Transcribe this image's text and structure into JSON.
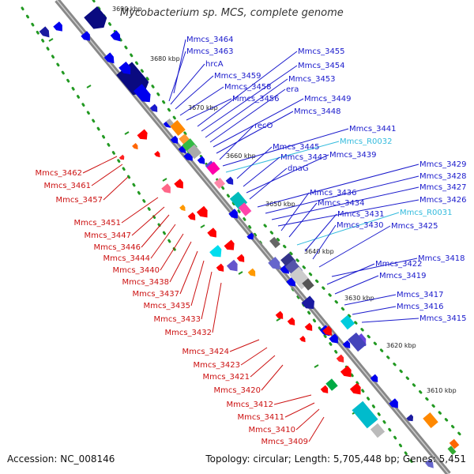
{
  "title": "Mycobacterium sp. MCS, complete genome",
  "footer": {
    "accession": "Accession: NC_008146",
    "topology": "Topology: circular; Length: 5,705,448 bp; Genes: 5,451"
  },
  "colors": {
    "forward_label": "#1a1acc",
    "reverse_label": "#cc1111",
    "rna_label": "#33bbdd",
    "backbone": "#888888",
    "tick": "#229922"
  },
  "scale_labels": [
    "3690 kbp",
    "3680 kbp",
    "3670 kbp",
    "3660 kbp",
    "3650 kbp",
    "3640 kbp",
    "3630 kbp",
    "3620 kbp",
    "3610 kbp"
  ],
  "forward_genes": [
    "Mmcs_3464",
    "Mmcs_3463",
    "hrcA",
    "Mmcs_3459",
    "Mmcs_3458",
    "Mmcs_3456",
    "Mmcs_3455",
    "Mmcs_3454",
    "Mmcs_3453",
    "era",
    "Mmcs_3449",
    "Mmcs_3448",
    "recO",
    "Mmcs_3441",
    "Mmcs_R0032",
    "Mmcs_3445",
    "Mmcs_3443",
    "Mmcs_3439",
    "dnaG",
    "Mmcs_3429",
    "Mmcs_3428",
    "Mmcs_3427",
    "Mmcs_3426",
    "Mmcs_3436",
    "Mmcs_3434",
    "Mmcs_R0031",
    "Mmcs_3431",
    "Mmcs_3430",
    "Mmcs_3425",
    "Mmcs_3418",
    "Mmcs_3422",
    "Mmcs_3419",
    "Mmcs_3417",
    "Mmcs_3416",
    "Mmcs_3415"
  ],
  "reverse_genes": [
    "Mmcs_3462",
    "Mmcs_3461",
    "Mmcs_3457",
    "Mmcs_3451",
    "Mmcs_3447",
    "Mmcs_3446",
    "Mmcs_3444",
    "Mmcs_3440",
    "Mmcs_3438",
    "Mmcs_3437",
    "Mmcs_3435",
    "Mmcs_3433",
    "Mmcs_3432",
    "Mmcs_3424",
    "Mmcs_3423",
    "Mmcs_3421",
    "Mmcs_3420",
    "Mmcs_3412",
    "Mmcs_3411",
    "Mmcs_3410",
    "Mmcs_3409"
  ]
}
